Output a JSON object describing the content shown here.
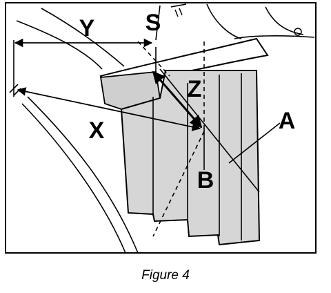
{
  "diagram": {
    "labels": {
      "y": "Y",
      "s": "S",
      "z": "Z",
      "x": "X",
      "a": "A",
      "b": "B"
    },
    "caption": "Figure 4"
  }
}
